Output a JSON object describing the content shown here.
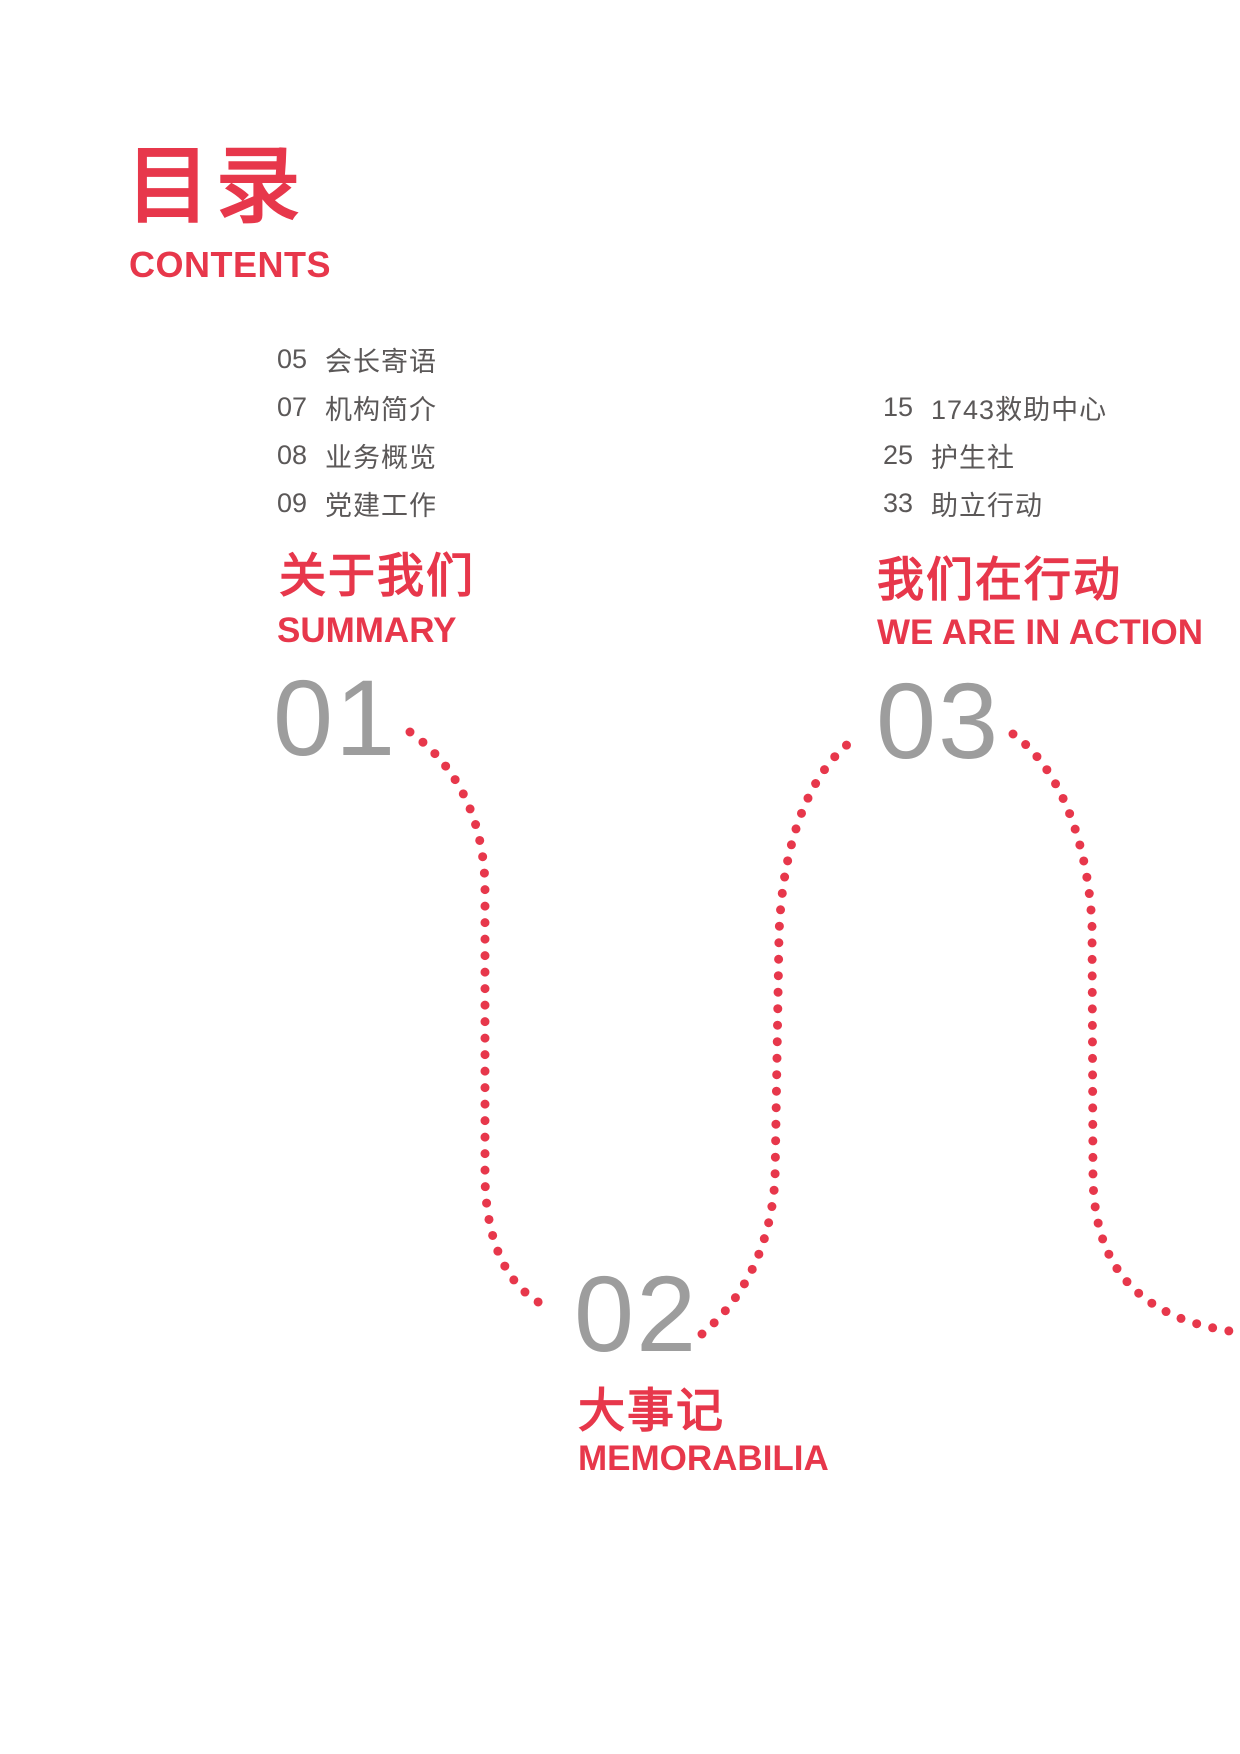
{
  "page": {
    "title_zh": "目录",
    "title_en": "CONTENTS"
  },
  "sections": [
    {
      "number": "01",
      "title_zh": "关于我们",
      "title_en": "SUMMARY",
      "items": [
        {
          "page": "05",
          "label": "会长寄语"
        },
        {
          "page": "07",
          "label": "机构简介"
        },
        {
          "page": "08",
          "label": "业务概览"
        },
        {
          "page": "09",
          "label": "党建工作"
        }
      ]
    },
    {
      "number": "02",
      "title_zh": "大事记",
      "title_en": "MEMORABILIA",
      "items": []
    },
    {
      "number": "03",
      "title_zh": "我们在行动",
      "title_en": "WE ARE IN ACTION",
      "items": [
        {
          "page": "15",
          "label": "1743救助中心"
        },
        {
          "page": "25",
          "label": "护生社"
        },
        {
          "page": "33",
          "label": "助立行动"
        }
      ]
    }
  ],
  "colors": {
    "accent_red": "#E7374B",
    "section_number_gray": "#9D9D9D",
    "toc_text_gray": "#5B5858"
  }
}
